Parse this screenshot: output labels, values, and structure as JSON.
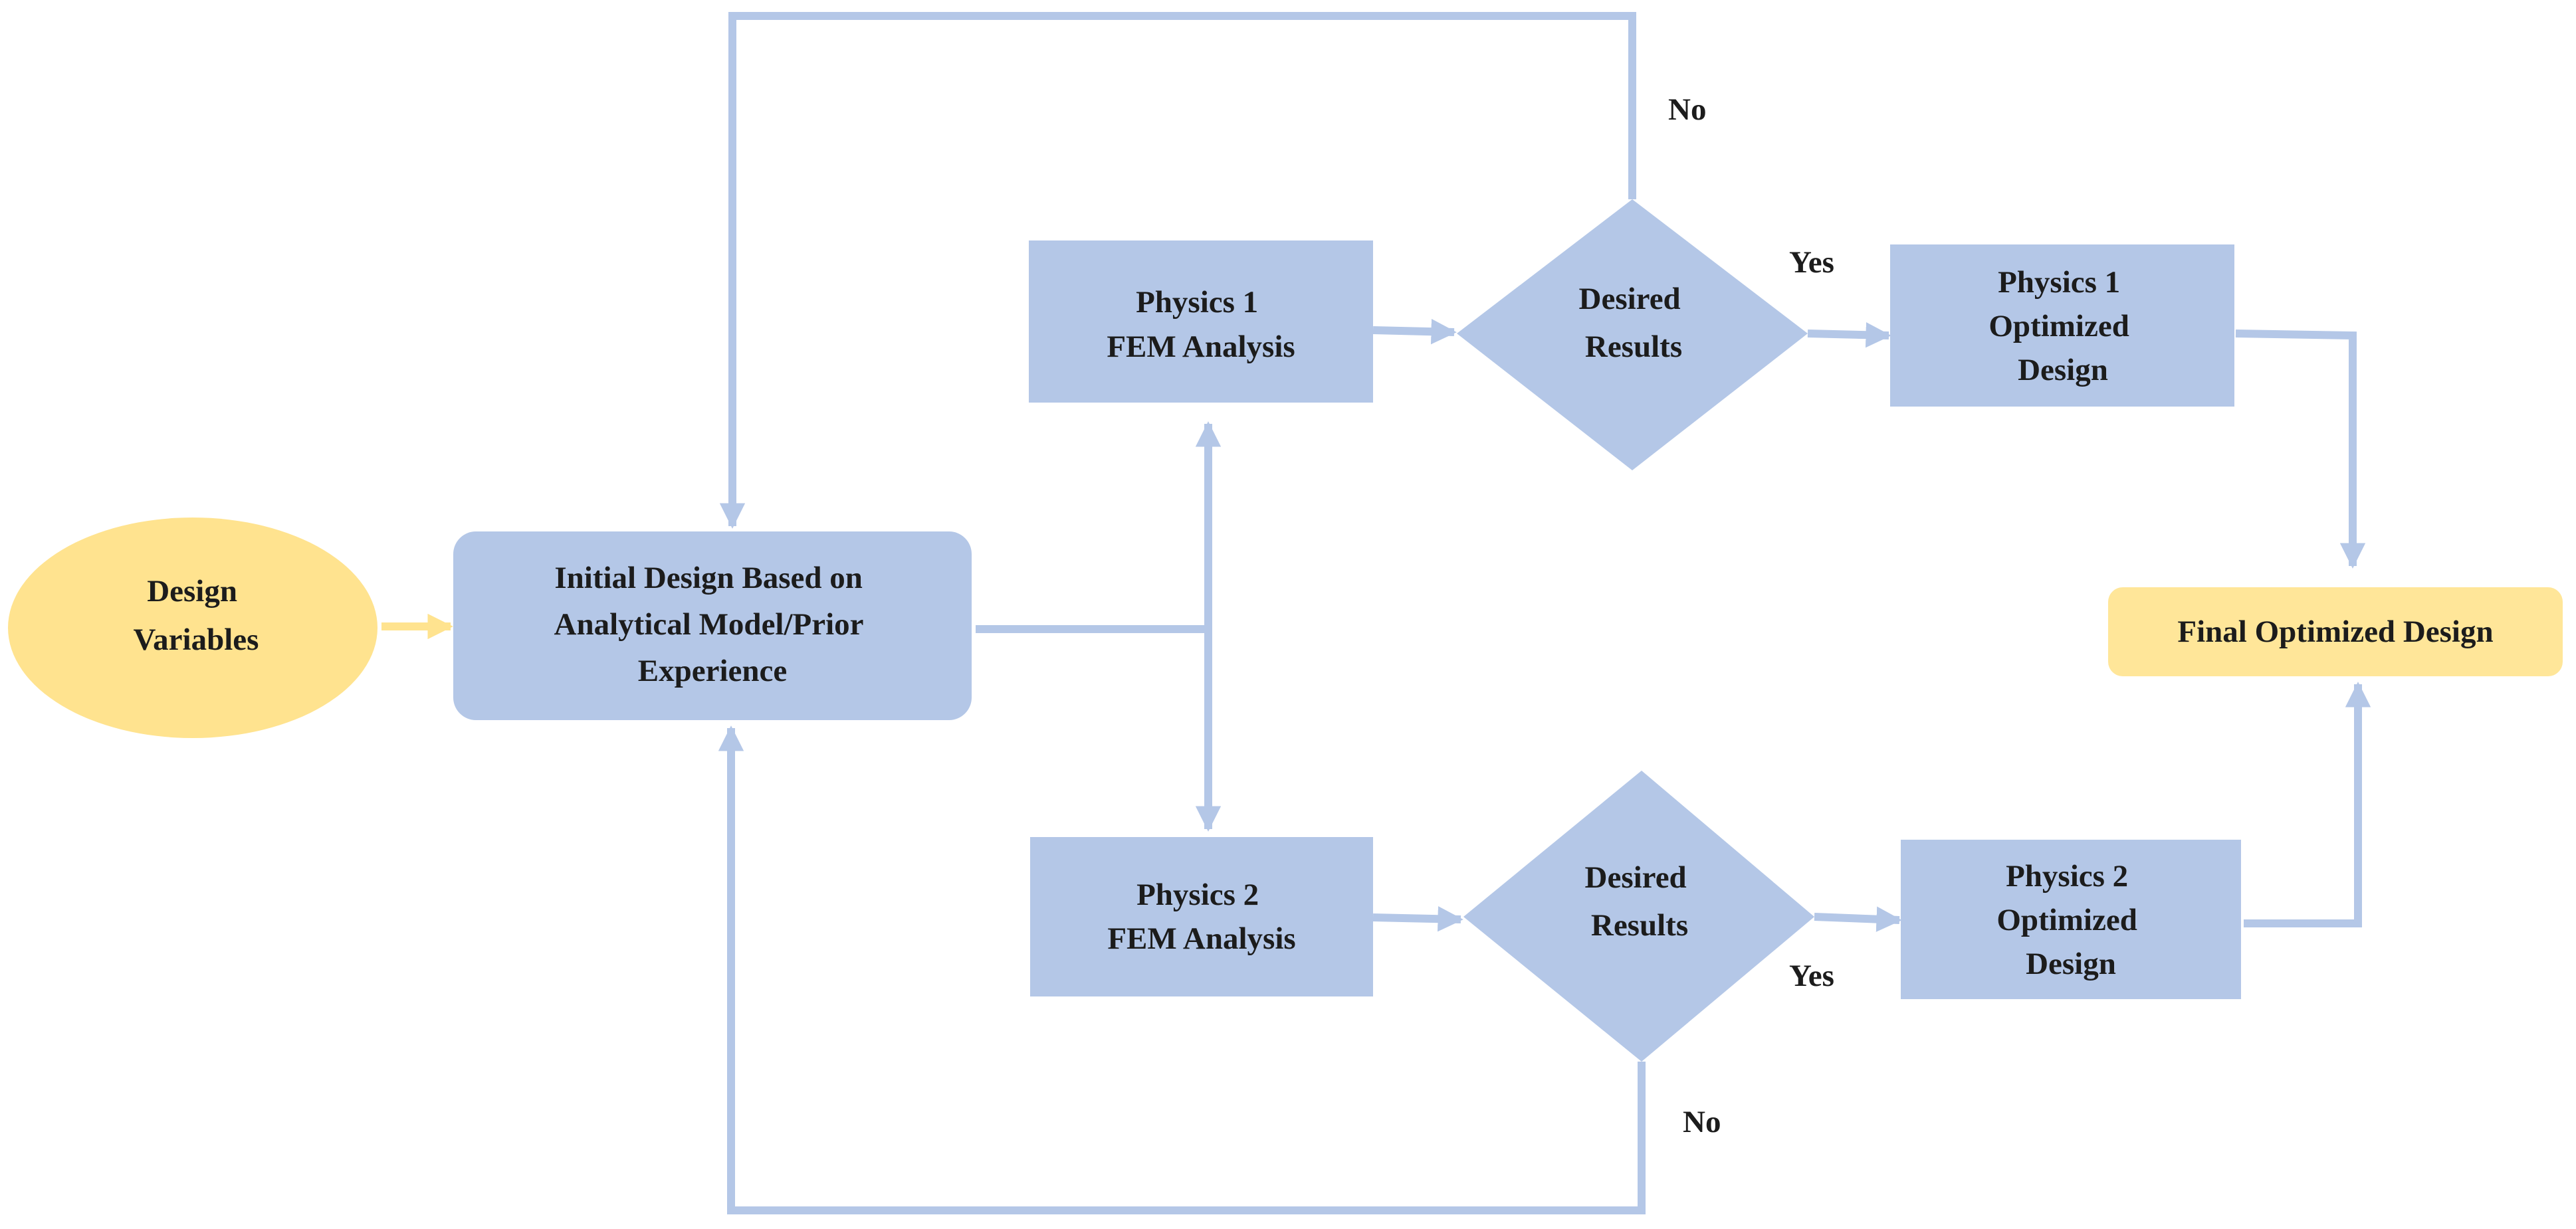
{
  "colors": {
    "box_fill": "#b4c7e7",
    "connector": "#b4c7e7",
    "start_fill": "#ffe38f",
    "final_fill": "#ffe699",
    "text": "#1c1c1c"
  },
  "nodes": {
    "design_variables": {
      "lines": [
        "Design",
        "Variables"
      ]
    },
    "initial_design": {
      "lines": [
        "Initial Design Based on",
        "Analytical Model/Prior",
        "Experience"
      ]
    },
    "physics1_fem": {
      "lines": [
        "Physics 1",
        "FEM Analysis"
      ]
    },
    "physics2_fem": {
      "lines": [
        "Physics 2",
        "FEM Analysis"
      ]
    },
    "decision1": {
      "lines": [
        "Desired",
        "Results"
      ]
    },
    "decision2": {
      "lines": [
        "Desired",
        "Results"
      ]
    },
    "physics1_optimized": {
      "lines": [
        "Physics 1",
        "Optimized",
        "Design"
      ]
    },
    "physics2_optimized": {
      "lines": [
        "Physics 2",
        "Optimized",
        "Design"
      ]
    },
    "final_design": {
      "lines": [
        "Final Optimized Design"
      ]
    }
  },
  "edge_labels": {
    "no_top": "No",
    "yes_top": "Yes",
    "yes_bottom": "Yes",
    "no_bottom": "No"
  }
}
